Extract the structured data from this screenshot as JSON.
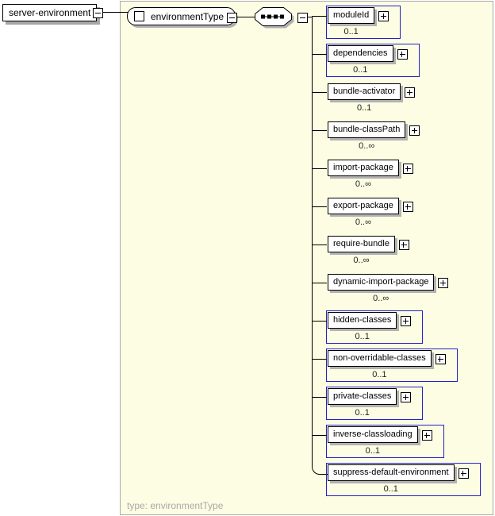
{
  "root_element": {
    "label": "server-environment"
  },
  "type_box": {
    "label": "environmentType"
  },
  "caption": "type: environmentType",
  "compositor": "sequence",
  "children": [
    {
      "name": "moduleId",
      "occurs": "0..1",
      "boxed": true
    },
    {
      "name": "dependencies",
      "occurs": "0..1",
      "boxed": true
    },
    {
      "name": "bundle-activator",
      "occurs": "0..1",
      "boxed": false
    },
    {
      "name": "bundle-classPath",
      "occurs": "0..∞",
      "boxed": false
    },
    {
      "name": "import-package",
      "occurs": "0..∞",
      "boxed": false
    },
    {
      "name": "export-package",
      "occurs": "0..∞",
      "boxed": false
    },
    {
      "name": "require-bundle",
      "occurs": "0..∞",
      "boxed": false
    },
    {
      "name": "dynamic-import-package",
      "occurs": "0..∞",
      "boxed": false
    },
    {
      "name": "hidden-classes",
      "occurs": "0..1",
      "boxed": true
    },
    {
      "name": "non-overridable-classes",
      "occurs": "0..1",
      "boxed": true
    },
    {
      "name": "private-classes",
      "occurs": "0..1",
      "boxed": true
    },
    {
      "name": "inverse-classloading",
      "occurs": "0..1",
      "boxed": true
    },
    {
      "name": "suppress-default-environment",
      "occurs": "0..1",
      "boxed": true
    }
  ],
  "icons": {
    "collapse": "minus-icon",
    "expand": "plus-icon",
    "compositor": "sequence-icon",
    "complex_type": "complex-type-icon"
  },
  "colors": {
    "panel_bg": "#FDFDE3",
    "panel_border": "#A9A9A9",
    "optional_border": "#2222CC",
    "box_shadow": "#B2B2B2",
    "line": "#000000",
    "caption": "#A8A8A8"
  }
}
